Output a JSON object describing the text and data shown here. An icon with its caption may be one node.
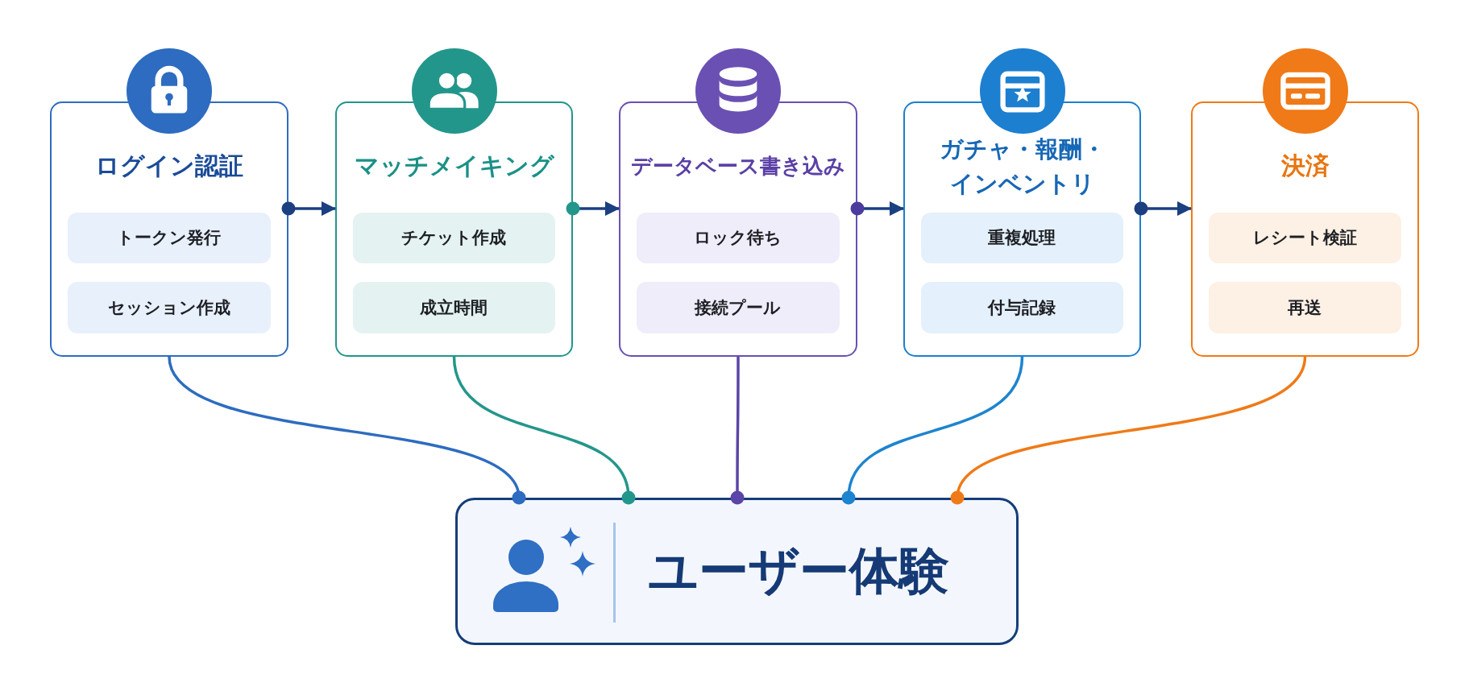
{
  "diagram": {
    "nodes": [
      {
        "text": [
          "ログイン認証"
        ]
      },
      {
        "text": [
          "トークン発行"
        ],
        "in": 0
      },
      {
        "text": [
          "セッション作成"
        ],
        "in": 0
      },
      {
        "text": [
          "マッチメイキング"
        ]
      },
      {
        "text": [
          "チケット作成"
        ],
        "in": 3
      },
      {
        "text": [
          "成立時間"
        ],
        "in": 3
      },
      {
        "text": [
          "データベース書き込み"
        ]
      },
      {
        "text": [
          "ロック待ち"
        ],
        "in": 6
      },
      {
        "text": [
          "接続プール"
        ],
        "in": 6
      },
      {
        "text": [
          "ガチャ・報酬・インベントリ"
        ]
      },
      {
        "text": [
          "重複処理"
        ],
        "in": 9
      },
      {
        "text": [
          "付与記録"
        ],
        "in": 9
      },
      {
        "text": [
          "決済"
        ]
      },
      {
        "text": [
          "レシート検証"
        ],
        "in": 12
      },
      {
        "text": [
          "再送"
        ],
        "in": 12
      },
      {
        "text": [
          "ユーザー体験"
        ]
      }
    ],
    "edges": [
      {
        "from": 0,
        "to": 3,
        "arrow": "to"
      },
      {
        "from": 3,
        "to": 6,
        "arrow": "to"
      },
      {
        "from": 6,
        "to": 9,
        "arrow": "to"
      },
      {
        "from": 9,
        "to": 12,
        "arrow": "to"
      },
      {
        "from": 0,
        "to": 15,
        "arrow": "other",
        "color": "#2d6cc0"
      },
      {
        "from": 3,
        "to": 15,
        "arrow": "other",
        "color": "#23968b"
      },
      {
        "from": 6,
        "to": 15,
        "arrow": "other",
        "color": "#5b45a8"
      },
      {
        "from": 9,
        "to": 15,
        "arrow": "other",
        "color": "#1d84cf"
      },
      {
        "from": 12,
        "to": 15,
        "arrow": "other",
        "color": "#ef7a17"
      }
    ]
  }
}
